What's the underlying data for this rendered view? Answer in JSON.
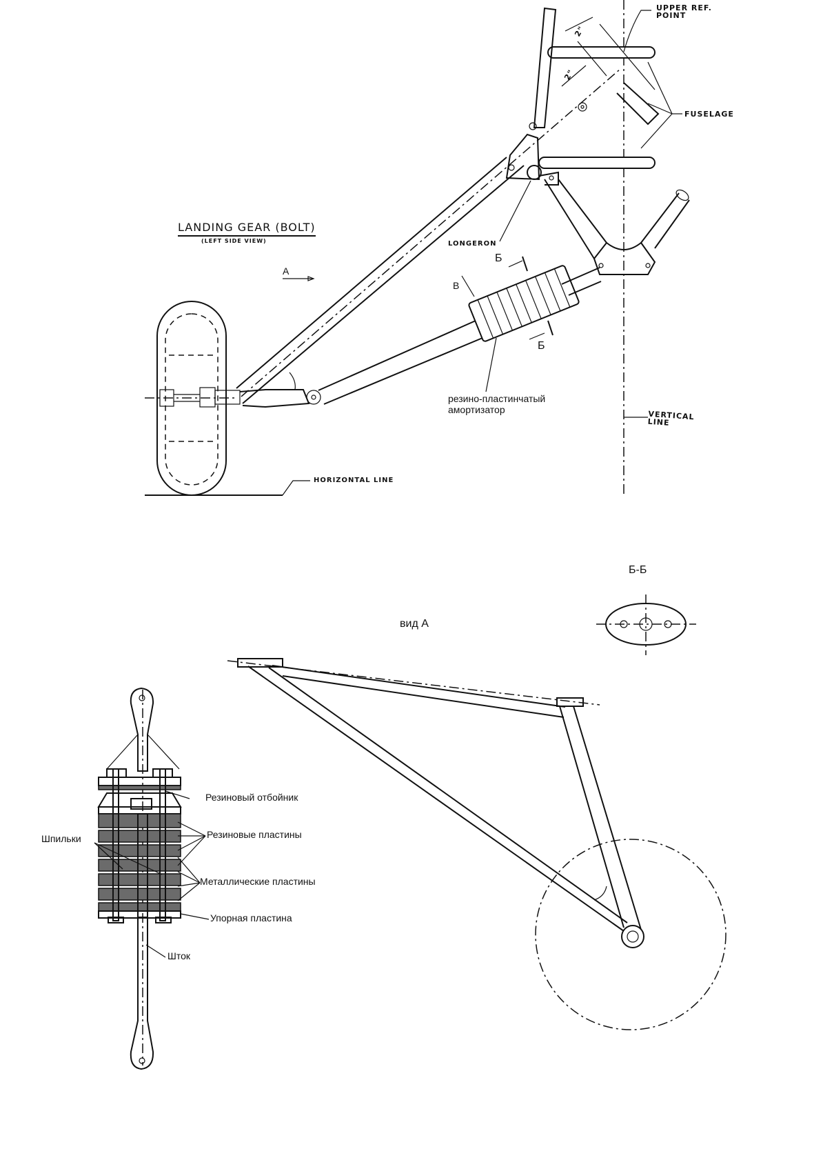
{
  "side_view": {
    "title": "LANDING GEAR (BOLT)",
    "subtitle": "(LEFT SIDE VIEW)",
    "upper_ref_point": [
      "UPPER REF.",
      "POINT"
    ],
    "fuselage": "FUSELAGE",
    "longeron": "LONGERON",
    "vertical_line": [
      "VERTICAL",
      "LINE"
    ],
    "horizontal_line": "HORIZONTAL LINE",
    "dimension_1": "2\"",
    "dimension_2": "2\"",
    "view_a_arrow": "A",
    "section_mark_top": "Б",
    "section_mark_bottom": "Б",
    "view_v_arrow": "В",
    "shock_absorber_label": [
      "резино-пластинчатый",
      "амортизатор"
    ]
  },
  "section_bb": {
    "title": "Б-Б"
  },
  "view_a": {
    "title": "вид А"
  },
  "shock_detail": {
    "rubber_bumper": "Резиновый отбойник",
    "rubber_plates": "Резиновые пластины",
    "studs": "Шпильки",
    "metal_plates": "Металлические пластины",
    "thrust_plate": "Упорная пластина",
    "rod": "Шток"
  }
}
